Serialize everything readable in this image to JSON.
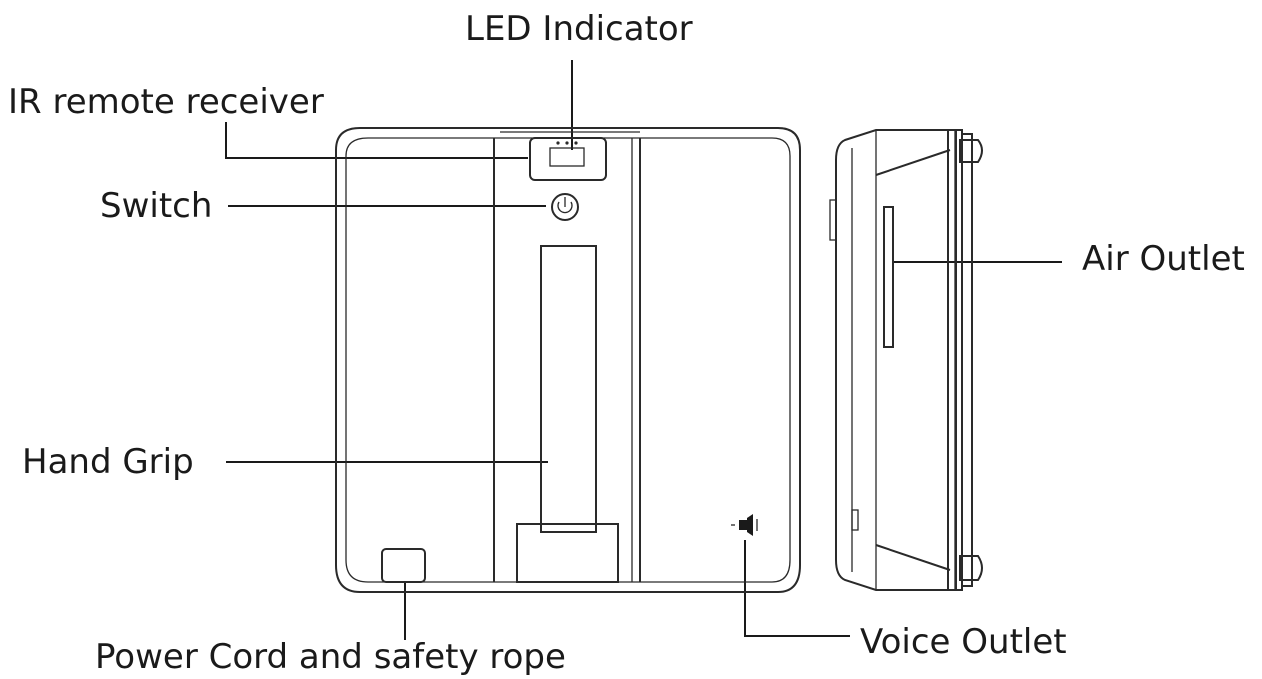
{
  "labels": {
    "led_indicator": "LED Indicator",
    "ir_remote_receiver": "IR remote receiver",
    "switch": "Switch",
    "hand_grip": "Hand Grip",
    "power_cord": "Power Cord and safety rope",
    "voice_outlet": "Voice Outlet",
    "air_outlet": "Air Outlet"
  }
}
